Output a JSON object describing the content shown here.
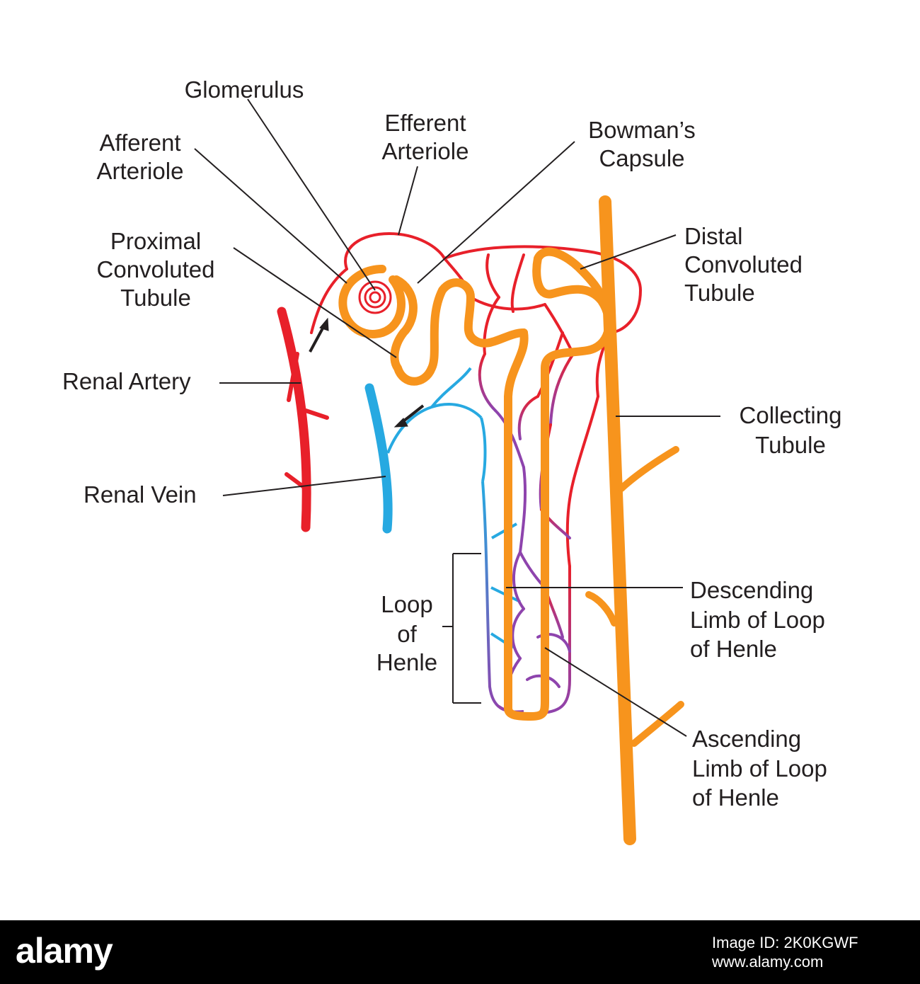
{
  "labels": {
    "glomerulus": [
      "Glomerulus"
    ],
    "efferent": [
      "Efferent",
      "Arteriole"
    ],
    "afferent": [
      "Afferent",
      "Arteriole"
    ],
    "bowman": [
      "Bowman’s",
      "Capsule"
    ],
    "proximal": [
      "Proximal",
      "Convoluted",
      "Tubule"
    ],
    "distal": [
      "Distal",
      "Convoluted",
      "Tubule"
    ],
    "renal_artery": [
      "Renal Artery"
    ],
    "renal_vein": [
      "Renal Vein"
    ],
    "collecting": [
      "Collecting",
      "Tubule"
    ],
    "loop": [
      "Loop",
      "of",
      "Henle"
    ],
    "descending": [
      "Descending",
      "Limb of Loop",
      "of Henle"
    ],
    "ascending": [
      "Ascending",
      "Limb of Loop",
      "of Henle"
    ]
  },
  "footer": {
    "logo": "alamy",
    "image_id_label": "Image ID: 2K0KGWF",
    "site": "www.alamy.com"
  },
  "colors": {
    "artery": "#e8202a",
    "vein": "#27a9e1",
    "tubule": "#f7941d",
    "capillary_mix": "#8e44ad",
    "text": "#231f20"
  },
  "icons": [
    "flow-arrow-icon"
  ]
}
